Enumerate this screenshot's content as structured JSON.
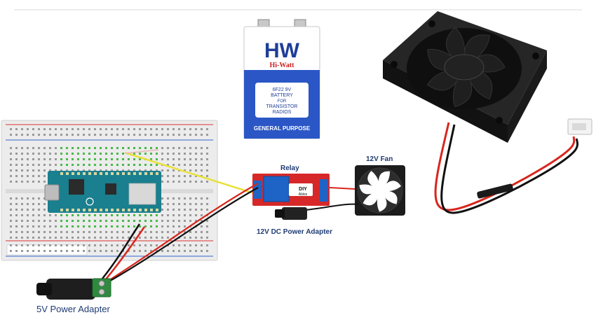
{
  "labels": {
    "relay": "Relay",
    "fan_small": "12V Fan",
    "dc_adapter_12v": "12V DC Power Adapter",
    "adapter_5v": "5V Power Adapter"
  },
  "battery": {
    "logo": "HW",
    "brand": "Hi-Watt",
    "model_lines": [
      "6F22 9V",
      "BATTERY",
      "FOR",
      "TRANSISTOR",
      "RADIOS"
    ],
    "bottom_text": "GENERAL PURPOSE"
  },
  "relay_module": {
    "logo": "DIY",
    "logo_sub": "Ables"
  },
  "colors": {
    "wire_red": "#d8261d",
    "wire_black": "#111111",
    "wire_yellow": "#e8e23a",
    "relay_red": "#d62828",
    "relay_blue": "#1e63c6",
    "arduino_teal": "#1a7f8e",
    "battery_blue": "#2a56c6",
    "fan_black": "#1c1c1c",
    "terminal_green": "#2e8b3e"
  }
}
